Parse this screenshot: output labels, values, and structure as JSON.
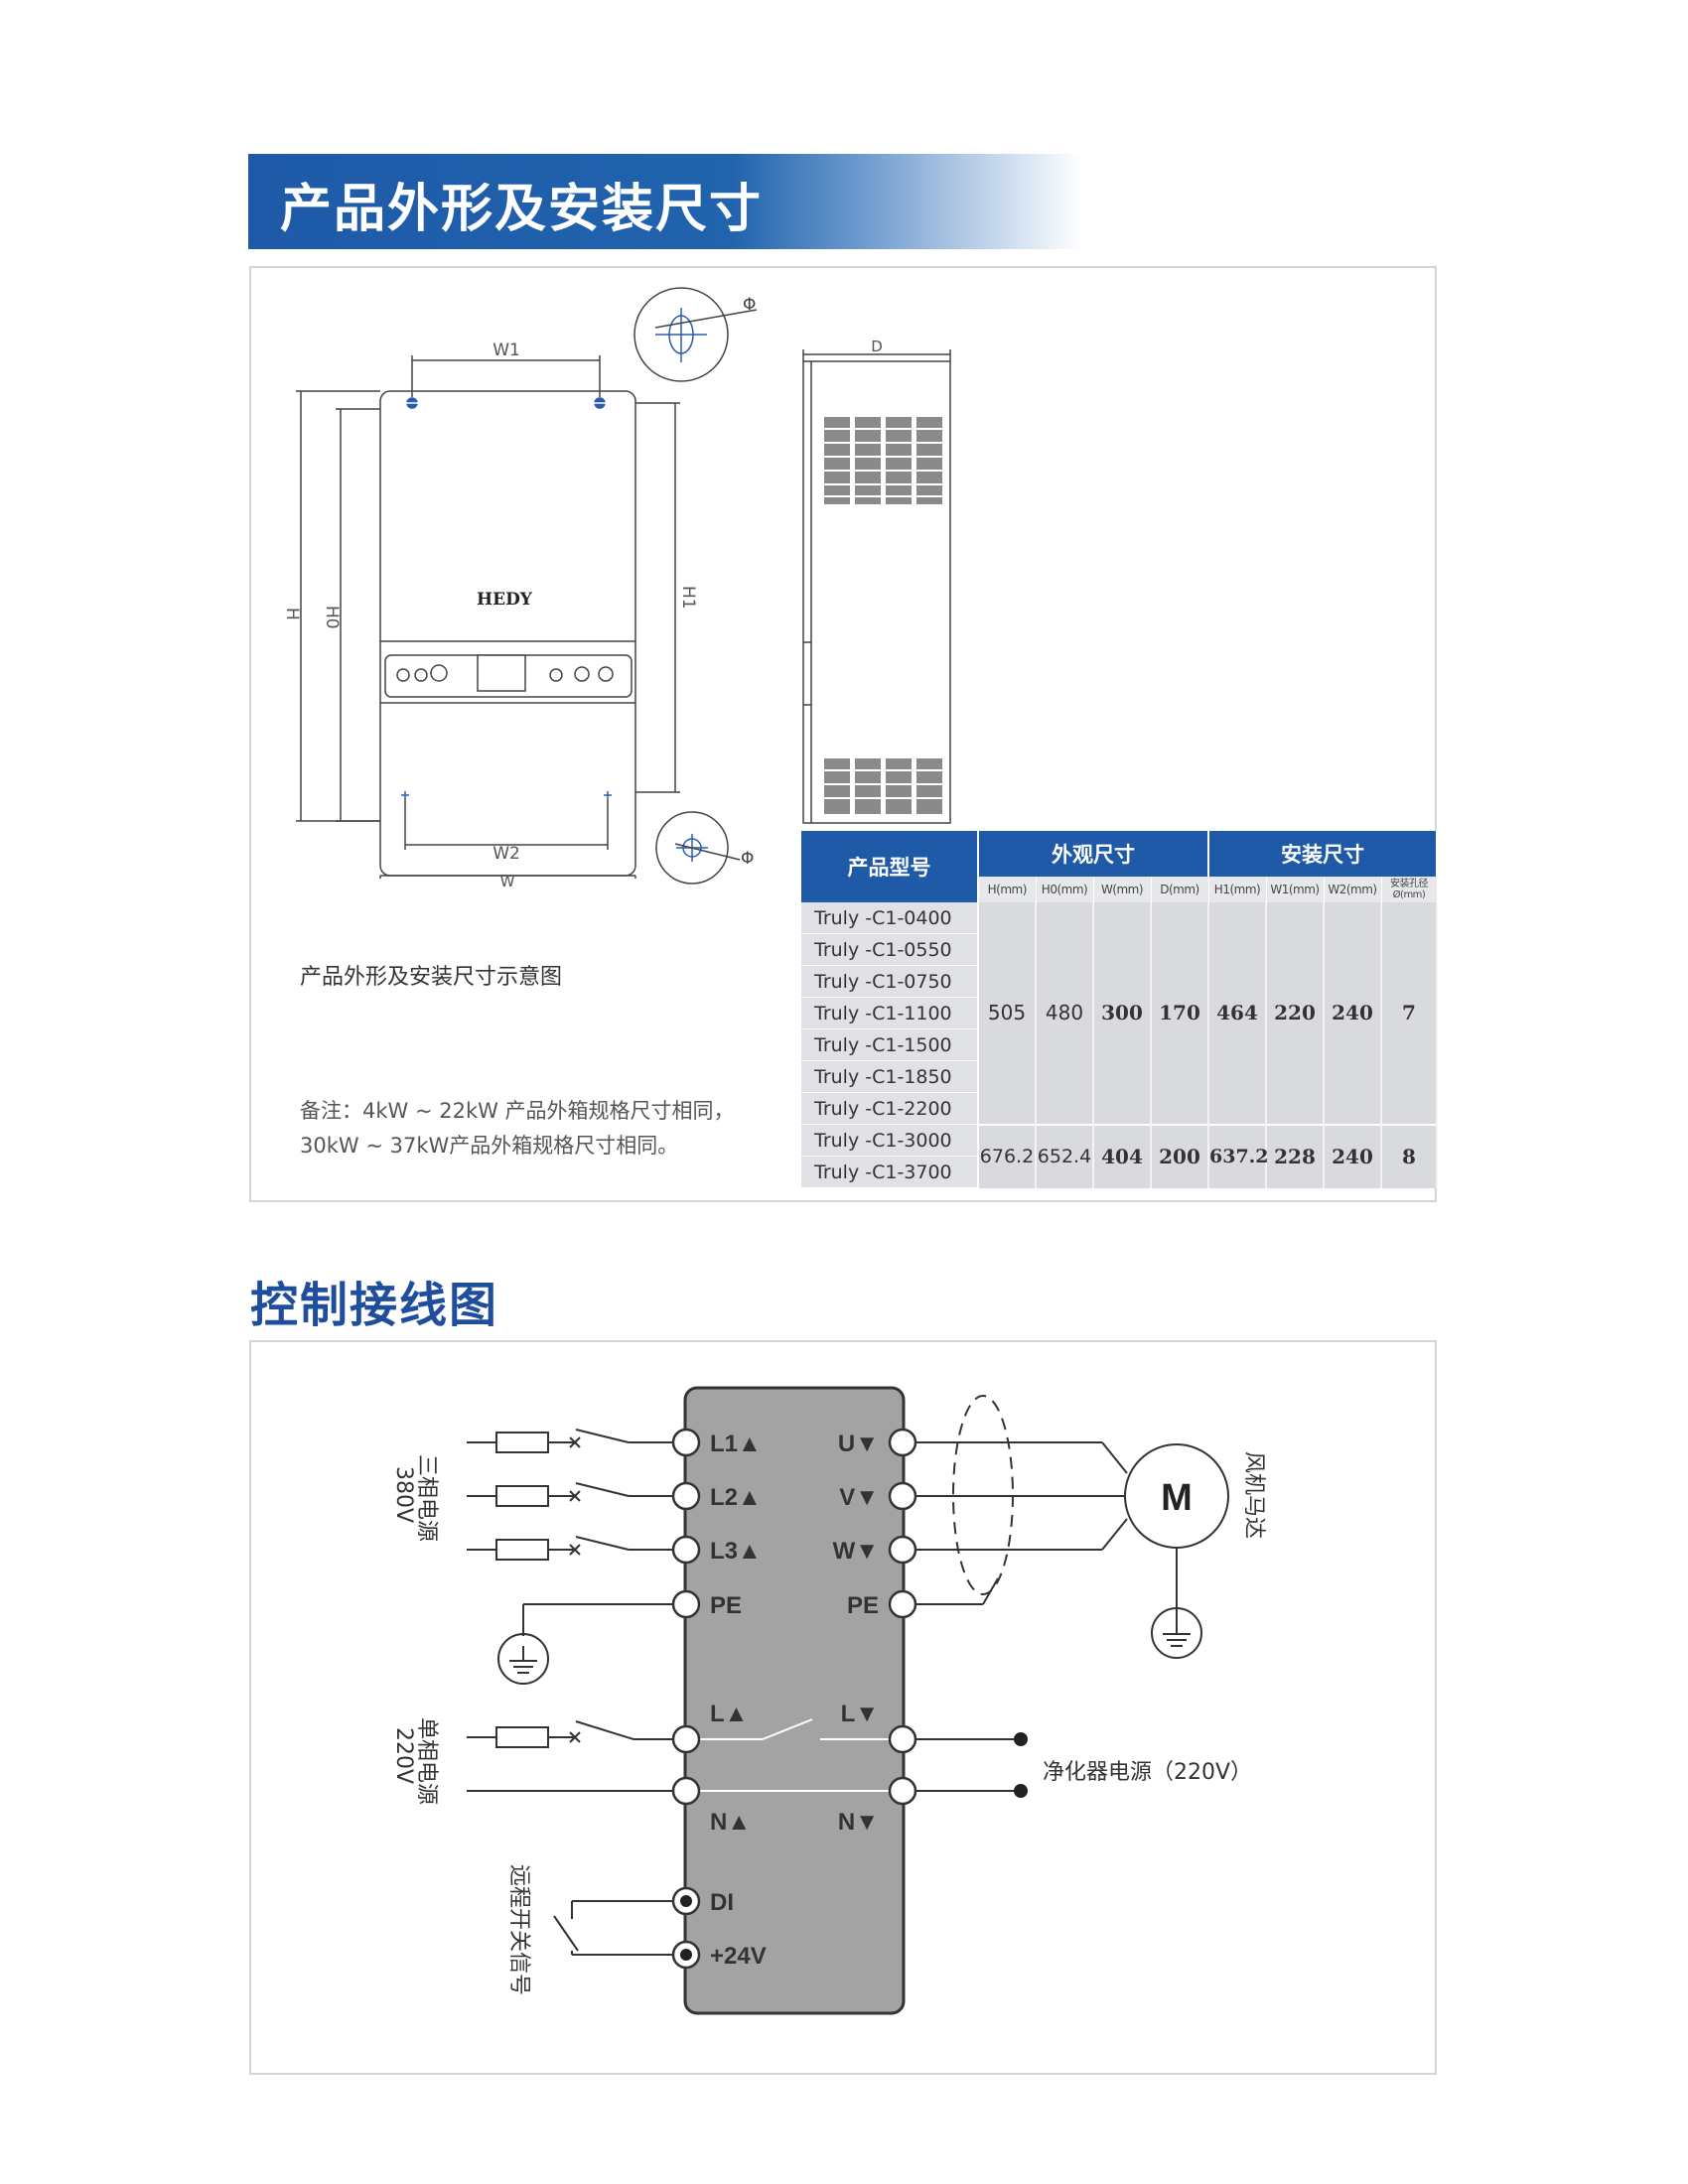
{
  "header": {
    "title": "产品外形及安装尺寸"
  },
  "diagram": {
    "brand": "HEDY",
    "dim_labels": {
      "W1": "W1",
      "W2": "W2",
      "W": "W",
      "H": "H",
      "H0": "H0",
      "H1": "H1",
      "D": "D",
      "phi": "Φ"
    },
    "caption": "产品外形及安装尺寸示意图",
    "note_line1": "备注：4kW ~ 22kW 产品外箱规格尺寸相同，",
    "note_line2": "30kW ~ 37kW产品外箱规格尺寸相同。"
  },
  "spec_table": {
    "header_model": "产品型号",
    "header_appearance": "外观尺寸",
    "header_install": "安装尺寸",
    "sub_headers": [
      "H(mm)",
      "H0(mm)",
      "W(mm)",
      "D(mm)",
      "H1(mm)",
      "W1(mm)",
      "W2(mm)",
      "安装孔径 Ø(mm)"
    ],
    "models": [
      "Truly -C1-0400",
      "Truly -C1-0550",
      "Truly -C1-0750",
      "Truly -C1-1100",
      "Truly -C1-1500",
      "Truly -C1-1850",
      "Truly -C1-2200",
      "Truly -C1-3000",
      "Truly -C1-3700"
    ],
    "group1_values": [
      "505",
      "480",
      "300",
      "170",
      "464",
      "220",
      "240",
      "7"
    ],
    "group2_values": [
      "676.2",
      "652.4",
      "404",
      "200",
      "637.2",
      "228",
      "240",
      "8"
    ]
  },
  "wiring": {
    "title": "控制接线图",
    "three_phase_label": "三相电源",
    "three_phase_voltage": "380V",
    "single_phase_label": "单相电源",
    "single_phase_voltage": "220V",
    "remote_label": "远程开关信号",
    "fan_motor_label": "风机马达",
    "motor_symbol": "M",
    "purifier_label": "净化器电源（220V）",
    "left_terminals": [
      "L1▲",
      "L2▲",
      "L3▲",
      "PE",
      "L▲",
      "N▲",
      "DI",
      "+24V"
    ],
    "right_terminals": [
      "U▼",
      "V▼",
      "W▼",
      "PE",
      "L▼",
      "N▼"
    ]
  }
}
